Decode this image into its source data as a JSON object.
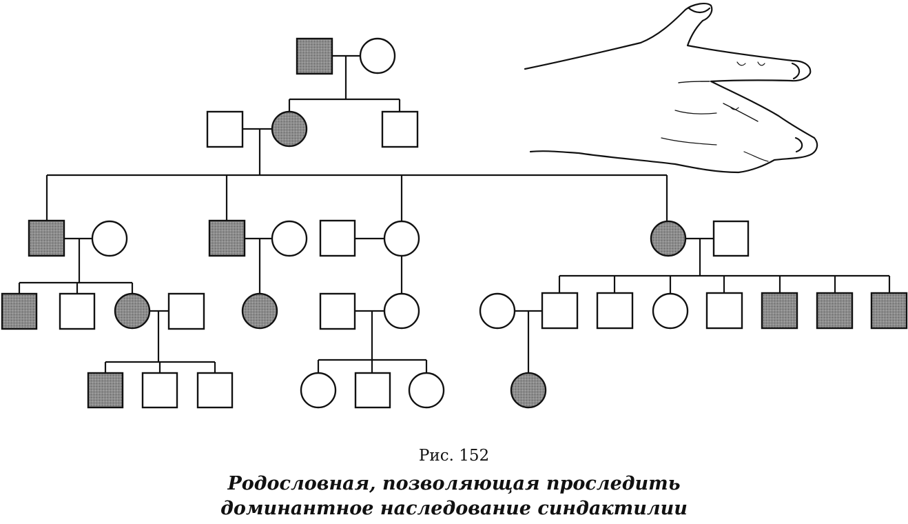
{
  "figure": {
    "label": "Рис. 152",
    "title_lines": [
      "Родословная, позволяющая проследить",
      "доминантное наследование синдактилии"
    ]
  },
  "colors": {
    "affected_fill": "#8c8c8c",
    "unaffected_fill": "#ffffff",
    "line": "#111111"
  },
  "pedigree": {
    "generations": [
      {
        "generation": 1,
        "members": [
          {
            "id": "g1-father",
            "sex": "male",
            "affected": true
          },
          {
            "id": "g1-mother",
            "sex": "female",
            "affected": false
          }
        ]
      },
      {
        "generation": 2,
        "members": [
          {
            "id": "g2-husband",
            "sex": "male",
            "affected": false
          },
          {
            "id": "g2-daughter",
            "sex": "female",
            "affected": true
          },
          {
            "id": "g2-son",
            "sex": "male",
            "affected": false
          }
        ]
      },
      {
        "generation": 3,
        "members": [
          {
            "id": "g3-son-a",
            "sex": "male",
            "affected": true
          },
          {
            "id": "g3-wife-a",
            "sex": "female",
            "affected": false
          },
          {
            "id": "g3-son-b",
            "sex": "male",
            "affected": true
          },
          {
            "id": "g3-wife-b",
            "sex": "female",
            "affected": false
          },
          {
            "id": "g3-husband-c",
            "sex": "male",
            "affected": false
          },
          {
            "id": "g3-daughter-c",
            "sex": "female",
            "affected": false
          },
          {
            "id": "g3-daughter-d",
            "sex": "female",
            "affected": true
          },
          {
            "id": "g3-husband-d",
            "sex": "male",
            "affected": false
          }
        ]
      },
      {
        "generation": 4,
        "members": [
          {
            "id": "g4-a1",
            "sex": "male",
            "affected": true
          },
          {
            "id": "g4-a2",
            "sex": "male",
            "affected": false
          },
          {
            "id": "g4-a3",
            "sex": "female",
            "affected": true
          },
          {
            "id": "g4-a3-husband",
            "sex": "male",
            "affected": false
          },
          {
            "id": "g4-b1",
            "sex": "female",
            "affected": true
          },
          {
            "id": "g4-c-husband",
            "sex": "male",
            "affected": false
          },
          {
            "id": "g4-c1",
            "sex": "female",
            "affected": false
          },
          {
            "id": "g4-d-wife",
            "sex": "female",
            "affected": false
          },
          {
            "id": "g4-d1",
            "sex": "male",
            "affected": false
          },
          {
            "id": "g4-d2",
            "sex": "male",
            "affected": false
          },
          {
            "id": "g4-d3",
            "sex": "female",
            "affected": false
          },
          {
            "id": "g4-d4",
            "sex": "male",
            "affected": false
          },
          {
            "id": "g4-d5",
            "sex": "male",
            "affected": true
          },
          {
            "id": "g4-d6",
            "sex": "male",
            "affected": true
          },
          {
            "id": "g4-d7",
            "sex": "male",
            "affected": true
          }
        ]
      },
      {
        "generation": 5,
        "members": [
          {
            "id": "g5-a1",
            "sex": "male",
            "affected": true
          },
          {
            "id": "g5-a2",
            "sex": "male",
            "affected": false
          },
          {
            "id": "g5-a3",
            "sex": "male",
            "affected": false
          },
          {
            "id": "g5-c1",
            "sex": "female",
            "affected": false
          },
          {
            "id": "g5-c2",
            "sex": "male",
            "affected": false
          },
          {
            "id": "g5-c3",
            "sex": "female",
            "affected": false
          },
          {
            "id": "g5-d1",
            "sex": "female",
            "affected": true
          }
        ]
      }
    ]
  }
}
